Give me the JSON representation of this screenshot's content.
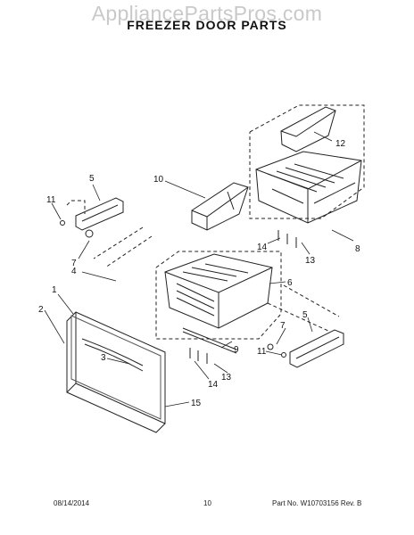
{
  "header": {
    "watermark": "AppliancePartsPros.com",
    "title": "FREEZER DOOR PARTS"
  },
  "callouts": [
    "1",
    "2",
    "3",
    "4",
    "5",
    "5",
    "6",
    "7",
    "7",
    "8",
    "9",
    "10",
    "11",
    "11",
    "12",
    "13",
    "13",
    "14",
    "14",
    "15"
  ],
  "footer": {
    "date": "08/14/2014",
    "page": "10",
    "part": "Part No. W10703156  Rev. B"
  }
}
